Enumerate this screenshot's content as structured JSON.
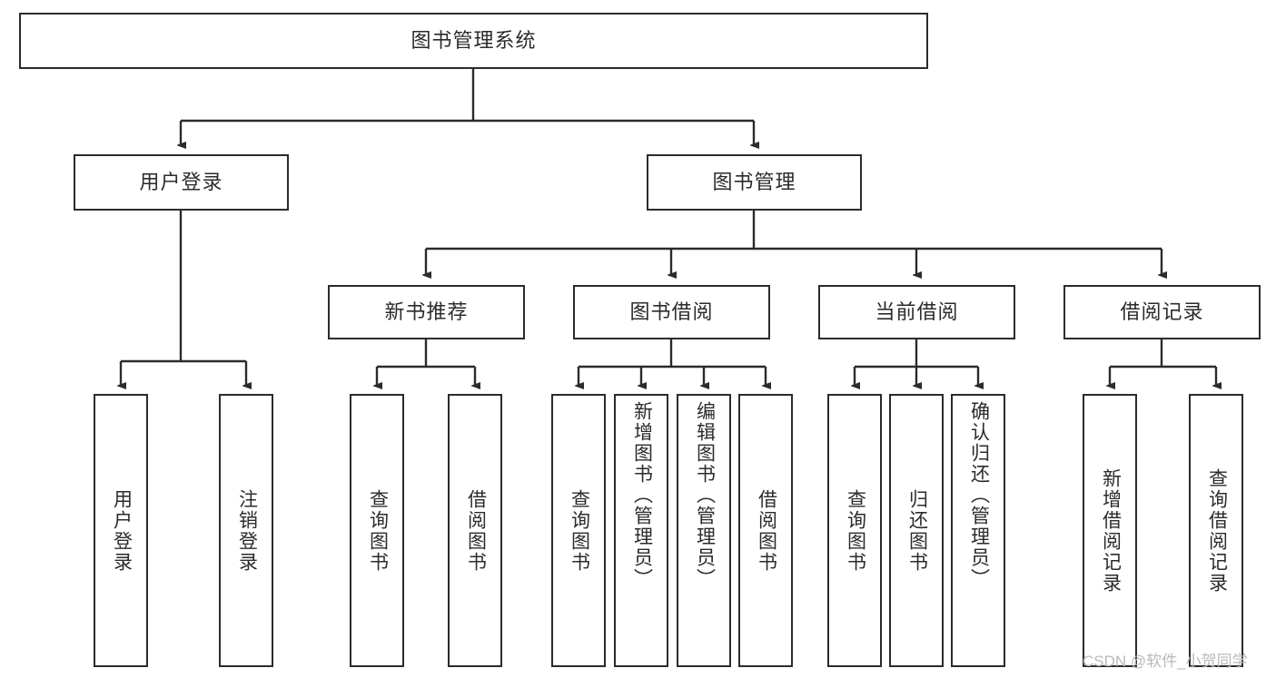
{
  "diagram": {
    "type": "tree-hierarchy-chart",
    "title": "图书管理系统",
    "nodes": {
      "root": {
        "label": "图书管理系统"
      },
      "level2": [
        {
          "id": "user-login",
          "label": "用户登录"
        },
        {
          "id": "book-management",
          "label": "图书管理"
        }
      ],
      "level3": [
        {
          "id": "new-book-recommend",
          "label": "新书推荐"
        },
        {
          "id": "book-borrow",
          "label": "图书借阅"
        },
        {
          "id": "current-borrow",
          "label": "当前借阅"
        },
        {
          "id": "borrow-record",
          "label": "借阅记录"
        }
      ],
      "leaves": {
        "user_login": [
          {
            "id": "leaf-user-login",
            "label": "用户登录"
          },
          {
            "id": "leaf-logout-login",
            "label": "注销登录"
          }
        ],
        "new_book_recommend": [
          {
            "id": "leaf-query-book-1",
            "label": "查询图书"
          },
          {
            "id": "leaf-borrow-book-1",
            "label": "借阅图书"
          }
        ],
        "book_borrow": [
          {
            "id": "leaf-query-book-2",
            "label": "查询图书"
          },
          {
            "id": "leaf-add-book",
            "label": "新增图书（管理员）"
          },
          {
            "id": "leaf-edit-book",
            "label": "编辑图书（管理员）"
          },
          {
            "id": "leaf-borrow-book-2",
            "label": "借阅图书"
          }
        ],
        "current_borrow": [
          {
            "id": "leaf-query-book-3",
            "label": "查询图书"
          },
          {
            "id": "leaf-return-book",
            "label": "归还图书"
          },
          {
            "id": "leaf-confirm-return",
            "label": "确认归还（管理员）"
          }
        ],
        "borrow_record": [
          {
            "id": "leaf-add-borrow-record",
            "label": "新增借阅记录"
          },
          {
            "id": "leaf-query-borrow-record",
            "label": "查询借阅记录"
          }
        ]
      }
    },
    "watermark": "CSDN @软件_小贺同学",
    "colors": {
      "stroke": "#2b2b2b",
      "fill": "#ffffff",
      "text": "#2b2b2b",
      "watermark": "#b9b9b9"
    }
  }
}
